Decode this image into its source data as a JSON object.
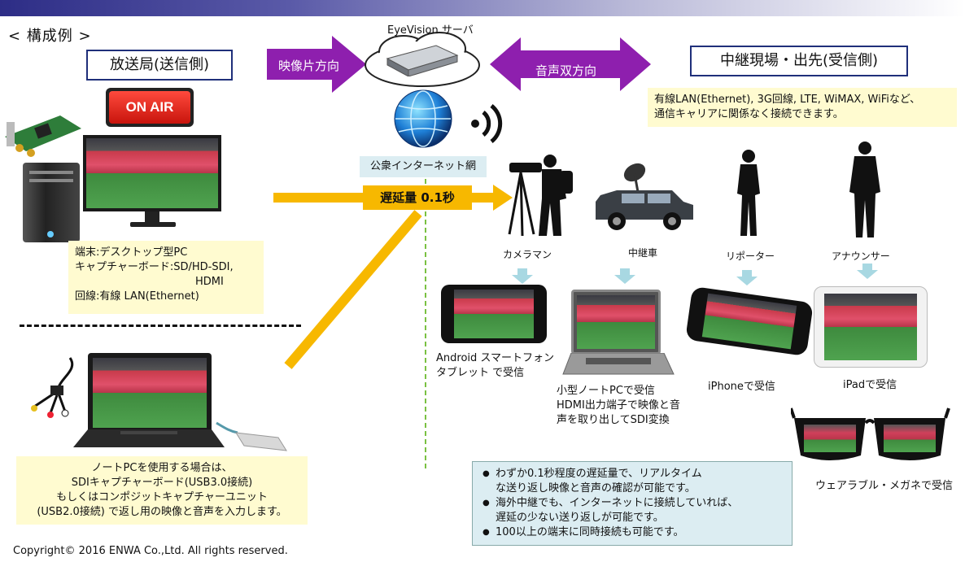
{
  "heading": "< 構成例 >",
  "broadcaster_title": "放送局(送信側)",
  "receiver_title": "中継現場・出先(受信側)",
  "on_air": "ON AIR",
  "server_label": "EyeVision サーバ",
  "arrow_video": "映像片方向",
  "arrow_audio": "音声双方向",
  "internet_label": "公衆インターネット網",
  "latency_label": "遅延量 0.1秒",
  "receiver_note": [
    "有線LAN(Ethernet), 3G回線, LTE, WiMAX, WiFiなど、",
    "通信キャリアに関係なく接続できます。"
  ],
  "desktop_note": [
    "端末:デスクトップ型PC",
    "キャプチャーボード:SD/HD-SDI,",
    "HDMI",
    "回線:有線 LAN(Ethernet)"
  ],
  "laptop_note": [
    "ノートPCを使用する場合は、",
    "SDIキャプチャーボード(USB3.0接続)",
    "もしくはコンポジットキャプチャーユニット",
    "(USB2.0接続) で返し用の映像と音声を入力します。"
  ],
  "roles": {
    "cameraman": "カメラマン",
    "relay_car": "中継車",
    "reporter": "リポーター",
    "announcer": "アナウンサー"
  },
  "devices": {
    "android": [
      "Android スマートフォン",
      "タブレット で受信"
    ],
    "small_pc": [
      "小型ノートPCで受信",
      "HDMI出力端子で映像と音",
      "声を取り出してSDI変換"
    ],
    "iphone": "iPhoneで受信",
    "ipad": "iPadで受信",
    "glasses": "ウェアラブル・メガネで受信"
  },
  "features": [
    "わずか0.1秒程度の遅延量で、リアルタイム",
    "な送り返し映像と音声の確認が可能です。",
    "海外中継でも、インターネットに接続していれば、",
    "遅延の少ない送り返しが可能です。",
    "100以上の端末に同時接続も可能です。"
  ],
  "copyright": "Copyright© 2016 ENWA Co.,Ltd. All rights reserved.",
  "colors": {
    "accent_purple": "#8e1fae",
    "latency_orange": "#f7b800",
    "title_border": "#1f2f7a",
    "note_bg": "#fffbd0",
    "feature_bg": "#dcedf2"
  }
}
